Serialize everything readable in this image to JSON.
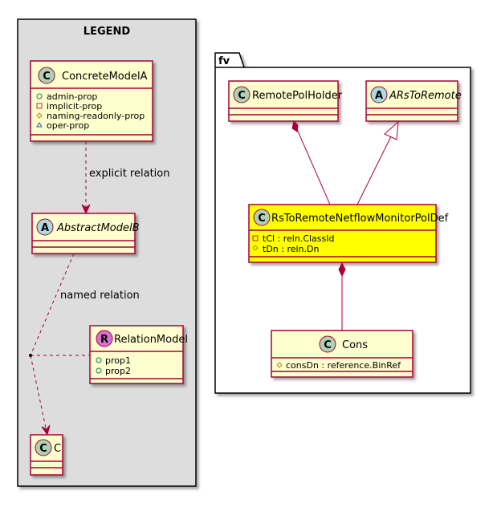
{
  "legend": {
    "title": "LEGEND",
    "concrete_class": {
      "stereotype_letter": "C",
      "name": "ConcreteModelA",
      "props": [
        {
          "vis": "+",
          "name": "admin-prop"
        },
        {
          "vis": "-",
          "name": "implicit-prop"
        },
        {
          "vis": "#",
          "name": "naming-readonly-prop"
        },
        {
          "vis": "~",
          "name": "oper-prop"
        }
      ]
    },
    "explicit_relation_label": "explicit relation",
    "abstract_class": {
      "stereotype_letter": "A",
      "name": "AbstractModelB"
    },
    "named_relation_label": "named relation",
    "relation_model": {
      "stereotype_letter": "R",
      "name": "RelationModel",
      "props": [
        {
          "vis": "+",
          "name": "prop1"
        },
        {
          "vis": "+",
          "name": "prop2"
        }
      ]
    },
    "target_class": {
      "stereotype_letter": "C",
      "name": "C"
    }
  },
  "package": {
    "name": "fv",
    "remote_pol_holder": {
      "stereotype_letter": "C",
      "name": "RemotePolHolder"
    },
    "ars_to_remote": {
      "stereotype_letter": "A",
      "name": "ARsToRemote"
    },
    "main_class": {
      "stereotype_letter": "C",
      "name": "RsToRemoteNetflowMonitorPolDef",
      "props": [
        {
          "vis": "-",
          "name": "tCl : reln.ClassId"
        },
        {
          "vis": "#",
          "name": "tDn : reln.Dn"
        }
      ]
    },
    "cons": {
      "stereotype_letter": "C",
      "name": "Cons",
      "props": [
        {
          "vis": "#",
          "name": "consDn : reference.BinRef"
        }
      ]
    }
  },
  "colors": {
    "class_fill": "#FEFECE",
    "class_border": "#A80036",
    "highlight_fill": "#FFFF00",
    "legend_bg": "#DDDDDD",
    "circle_c": "#ADD1B2",
    "circle_a": "#A9DCDF",
    "circle_r": "#DA70D6",
    "edge": "#A80036"
  }
}
